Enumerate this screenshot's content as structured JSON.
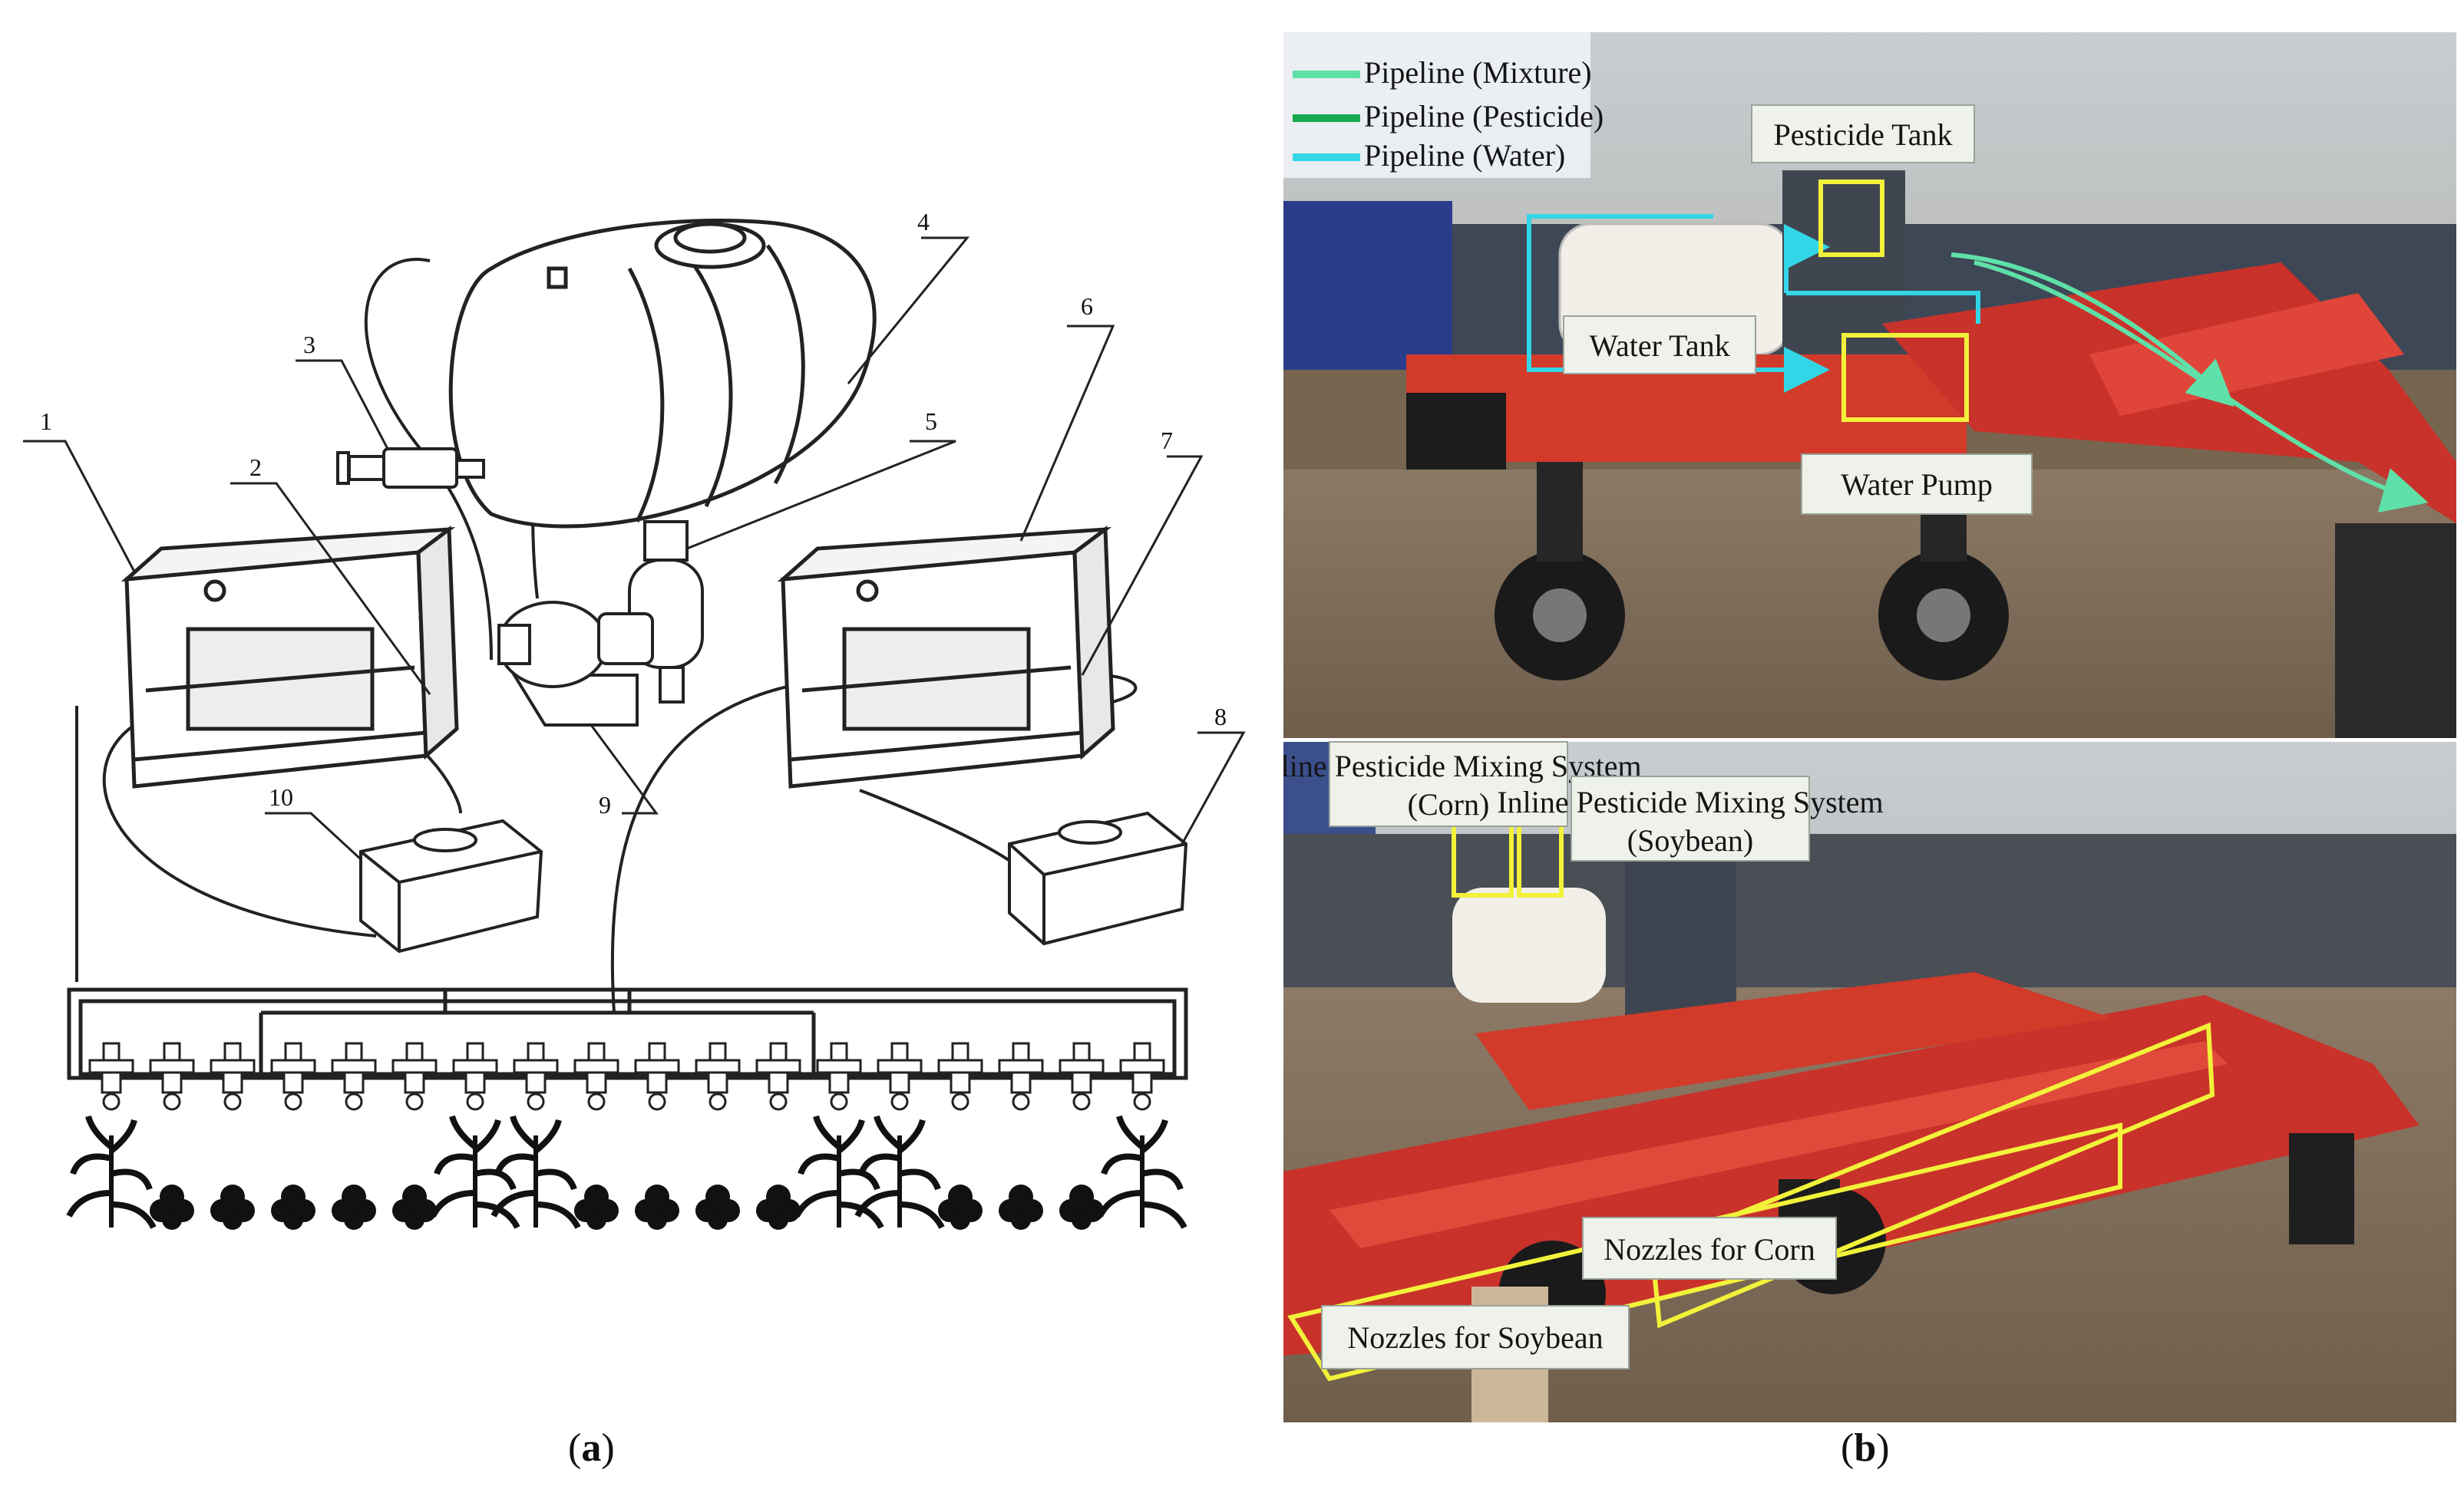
{
  "panel_a": {
    "caption": {
      "open": "(",
      "letter": "a",
      "close": ")"
    },
    "callouts": [
      "1",
      "2",
      "3",
      "4",
      "5",
      "6",
      "7",
      "8",
      "9",
      "10"
    ]
  },
  "panel_b": {
    "caption": {
      "open": "(",
      "letter": "b",
      "close": ")"
    },
    "legend": [
      {
        "label": "Pipeline (Mixture)",
        "color": "#5fe0a8"
      },
      {
        "label": "Pipeline (Pesticide)",
        "color": "#1aa84e"
      },
      {
        "label": "Pipeline (Water)",
        "color": "#33d6e6"
      }
    ],
    "labels": {
      "pesticide_tank": "Pesticide Tank",
      "water_tank": "Water Tank",
      "water_pump": "Water Pump",
      "mixing_corn_line1": "Inline Pesticide Mixing System",
      "mixing_corn_line2": "(Corn)",
      "mixing_soy_line1": "Inline Pesticide Mixing System",
      "mixing_soy_line2": "(Soybean)",
      "nozzles_corn": "Nozzles for Corn",
      "nozzles_soybean": "Nozzles for Soybean"
    },
    "highlight_color": "#f2f23a",
    "water_line_color": "#33d6e6"
  }
}
